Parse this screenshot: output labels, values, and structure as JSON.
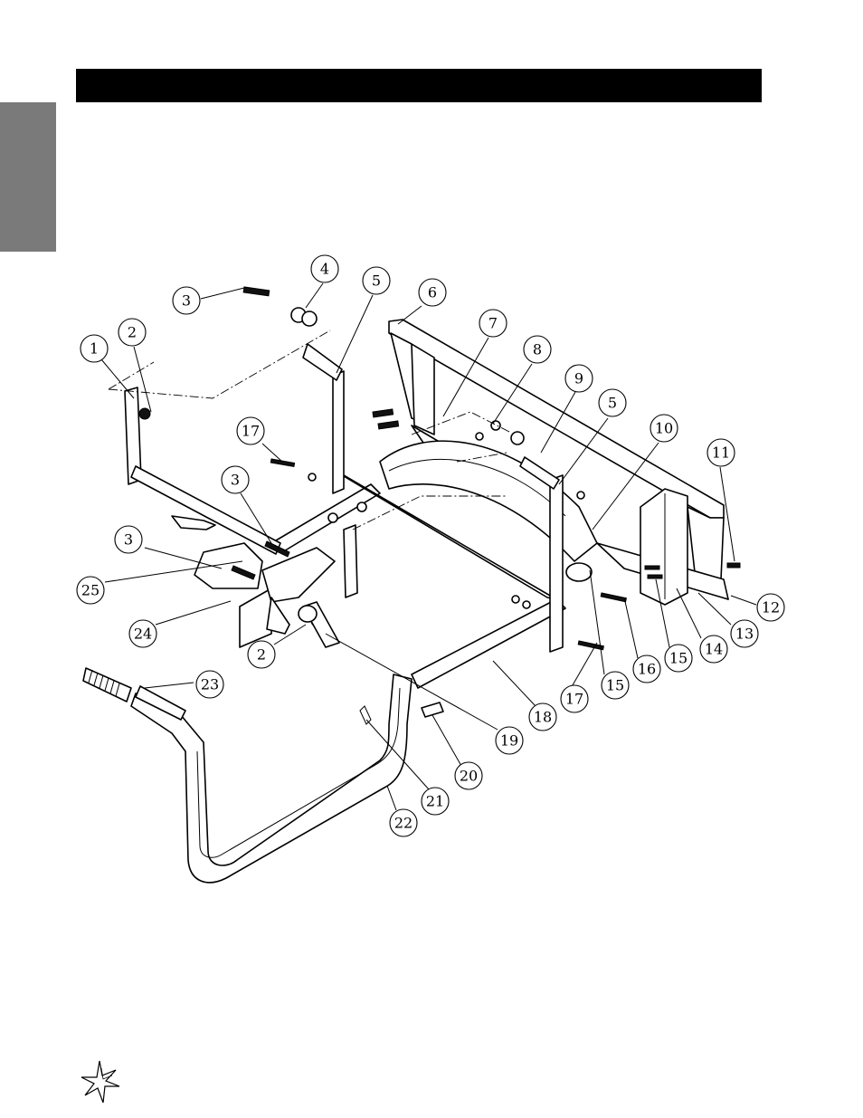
{
  "header": {
    "title_text": ""
  },
  "side_tab": {
    "label": ""
  },
  "diagram": {
    "callouts": [
      {
        "id": "c1",
        "label": "1"
      },
      {
        "id": "c2a",
        "label": "2"
      },
      {
        "id": "c3a",
        "label": "3"
      },
      {
        "id": "c4",
        "label": "4"
      },
      {
        "id": "c5a",
        "label": "5"
      },
      {
        "id": "c6",
        "label": "6"
      },
      {
        "id": "c7",
        "label": "7"
      },
      {
        "id": "c8",
        "label": "8"
      },
      {
        "id": "c9",
        "label": "9"
      },
      {
        "id": "c5b",
        "label": "5"
      },
      {
        "id": "c10",
        "label": "10"
      },
      {
        "id": "c11",
        "label": "11"
      },
      {
        "id": "c17a",
        "label": "17"
      },
      {
        "id": "c3b",
        "label": "3"
      },
      {
        "id": "c3c",
        "label": "3"
      },
      {
        "id": "c25",
        "label": "25"
      },
      {
        "id": "c24",
        "label": "24"
      },
      {
        "id": "c2b",
        "label": "2"
      },
      {
        "id": "c23",
        "label": "23"
      },
      {
        "id": "c12",
        "label": "12"
      },
      {
        "id": "c13",
        "label": "13"
      },
      {
        "id": "c14",
        "label": "14"
      },
      {
        "id": "c15a",
        "label": "15"
      },
      {
        "id": "c16",
        "label": "16"
      },
      {
        "id": "c15b",
        "label": "15"
      },
      {
        "id": "c17b",
        "label": "17"
      },
      {
        "id": "c18",
        "label": "18"
      },
      {
        "id": "c19",
        "label": "19"
      },
      {
        "id": "c20",
        "label": "20"
      },
      {
        "id": "c21",
        "label": "21"
      },
      {
        "id": "c22",
        "label": "22"
      }
    ]
  },
  "footer": {
    "logo_icon": "star-logo-icon"
  }
}
